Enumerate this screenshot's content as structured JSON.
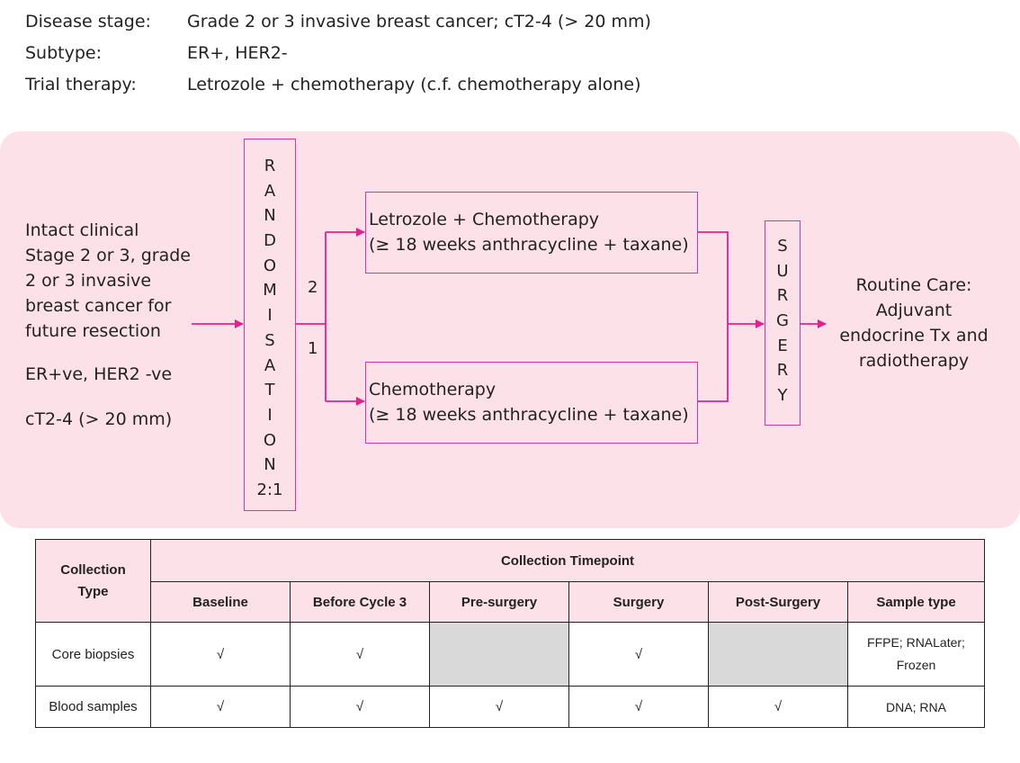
{
  "header": {
    "rows": [
      {
        "label": "Disease stage:",
        "value": "Grade 2 or 3 invasive breast cancer; cT2-4 (> 20 mm)"
      },
      {
        "label": "Subtype:",
        "value": "ER+, HER2-"
      },
      {
        "label": "Trial therapy:",
        "value": "Letrozole + chemotherapy (c.f. chemotherapy alone)"
      }
    ]
  },
  "diagram": {
    "intro_lines": [
      "Intact clinical",
      "Stage 2 or 3, grade",
      "2 or 3 invasive",
      "breast cancer for",
      "future resection"
    ],
    "intro_er": "ER+ve, HER2 -ve",
    "intro_ct": "cT2-4 (> 20 mm)",
    "randomisation_letters": [
      "R",
      "A",
      "N",
      "D",
      "O",
      "M",
      "I",
      "S",
      "A",
      "T",
      "I",
      "O",
      "N"
    ],
    "randomisation_ratio": "2:1",
    "arm_label_top": "2",
    "arm_label_bottom": "1",
    "arm1_title": "Letrozole + Chemotherapy",
    "arm1_detail": "(≥ 18 weeks anthracycline + taxane)",
    "arm2_title": "Chemotherapy",
    "arm2_detail": "(≥ 18 weeks anthracycline + taxane)",
    "surgery_letters": [
      "S",
      "U",
      "R",
      "G",
      "E",
      "R",
      "Y"
    ],
    "routine_lines": [
      "Routine Care:",
      "Adjuvant",
      "endocrine Tx and",
      "radiotherapy"
    ],
    "accent_color": "#e0228f",
    "box_border_color": "#cf3aa6",
    "panel_color": "#fde1e9"
  },
  "table": {
    "collection_type_header": "Collection Type",
    "timepoint_header": "Collection Timepoint",
    "columns": [
      "Baseline",
      "Before Cycle 3",
      "Pre-surgery",
      "Surgery",
      "Post-Surgery",
      "Sample type"
    ],
    "rows": [
      {
        "type": "Core biopsies",
        "cells": [
          "√",
          "√",
          "",
          "√",
          ""
        ],
        "greyed": [
          false,
          false,
          true,
          false,
          true
        ],
        "sample": "FFPE; RNALater; Frozen"
      },
      {
        "type": "Blood samples",
        "cells": [
          "√",
          "√",
          "√",
          "√",
          "√"
        ],
        "greyed": [
          false,
          false,
          false,
          false,
          false
        ],
        "sample": "DNA; RNA"
      }
    ]
  }
}
